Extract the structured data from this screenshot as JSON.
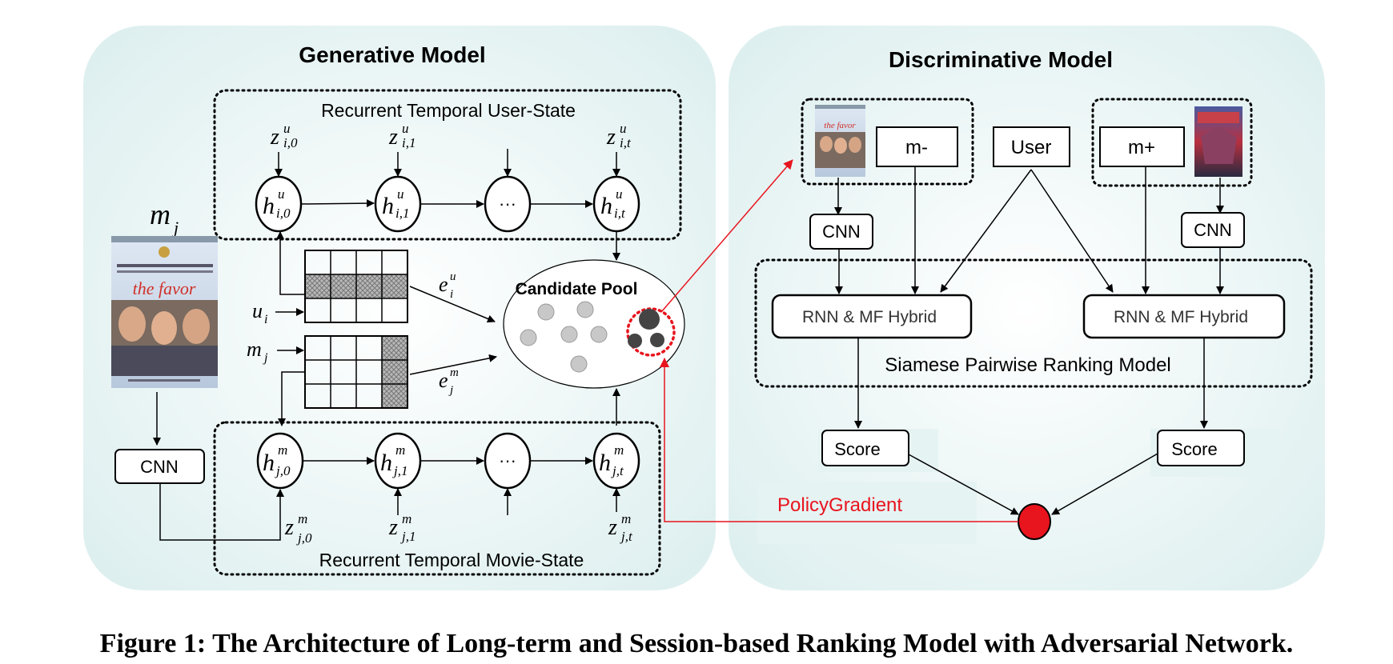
{
  "generative": {
    "title": "Generative Model",
    "user_state_label": "Recurrent Temporal User-State",
    "movie_state_label": "Recurrent Temporal Movie-State",
    "candidate_pool_label": "Candidate Pool",
    "cnn_label": "CNN",
    "movie_label_base": "m",
    "movie_label_sub": "j",
    "input_u": {
      "base": "u",
      "sub": "i"
    },
    "input_m": {
      "base": "m",
      "sub": "j"
    },
    "embed_u": {
      "base": "e",
      "sup": "u",
      "sub": "i"
    },
    "embed_m": {
      "base": "e",
      "sup": "m",
      "sub": "j"
    },
    "ellipsis": "···",
    "user_nodes": [
      {
        "base": "h",
        "sup": "u",
        "sub": "i,0"
      },
      {
        "base": "h",
        "sup": "u",
        "sub": "i,1"
      },
      {
        "base": "h",
        "sup": "u",
        "sub": "i,t"
      }
    ],
    "movie_nodes": [
      {
        "base": "h",
        "sup": "m",
        "sub": "j,0"
      },
      {
        "base": "h",
        "sup": "m",
        "sub": "j,1"
      },
      {
        "base": "h",
        "sup": "m",
        "sub": "j,t"
      }
    ],
    "user_inputs": [
      {
        "base": "z",
        "sup": "u",
        "sub": "i,0"
      },
      {
        "base": "z",
        "sup": "u",
        "sub": "i,1"
      },
      {
        "base": "z",
        "sup": "u",
        "sub": "i,t"
      }
    ],
    "movie_inputs": [
      {
        "base": "z",
        "sup": "m",
        "sub": "j,0"
      },
      {
        "base": "z",
        "sup": "m",
        "sub": "j,1"
      },
      {
        "base": "z",
        "sup": "m",
        "sub": "j,t"
      }
    ]
  },
  "discriminative": {
    "title": "Discriminative Model",
    "m_minus": "m-",
    "m_plus": "m+",
    "user": "User",
    "cnn_left": "CNN",
    "cnn_right": "CNN",
    "hybrid_left": "RNN & MF Hybrid",
    "hybrid_right": "RNN & MF Hybrid",
    "siamese_label": "Siamese Pairwise Ranking Model",
    "score_left": "Score",
    "score_right": "Score",
    "policy_gradient": "PolicyGradient"
  },
  "poster": {
    "title_text": "the favor"
  },
  "caption": "Figure 1: The Architecture of Long-term and Session-based Ranking Model with Adversarial Network.",
  "colors": {
    "panel_bg": "#e4f2f2",
    "red": "#e8141e",
    "node_fill": "#ffffff",
    "grey_dot": "#c8c8c8",
    "dark_dot": "#444444"
  }
}
